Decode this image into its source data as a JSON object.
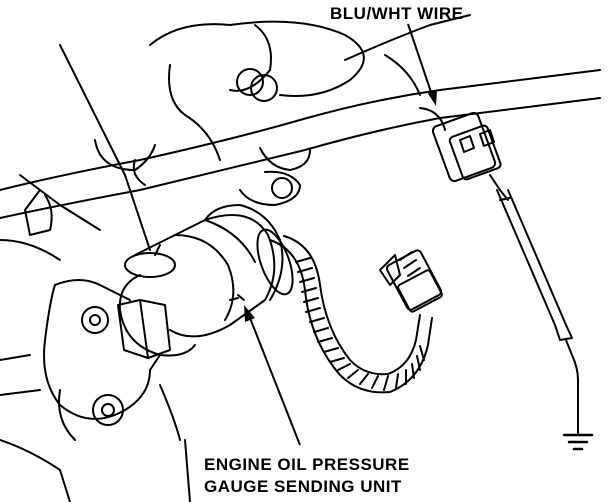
{
  "labels": {
    "wire": "BLU/WHT WIRE",
    "sender_line1": "ENGINE OIL PRESSURE",
    "sender_line2": "GAUGE SENDING UNIT"
  },
  "colors": {
    "ink": "#000000",
    "paper": "#ffffff"
  },
  "icons": {
    "ground": "ground-symbol-icon"
  }
}
